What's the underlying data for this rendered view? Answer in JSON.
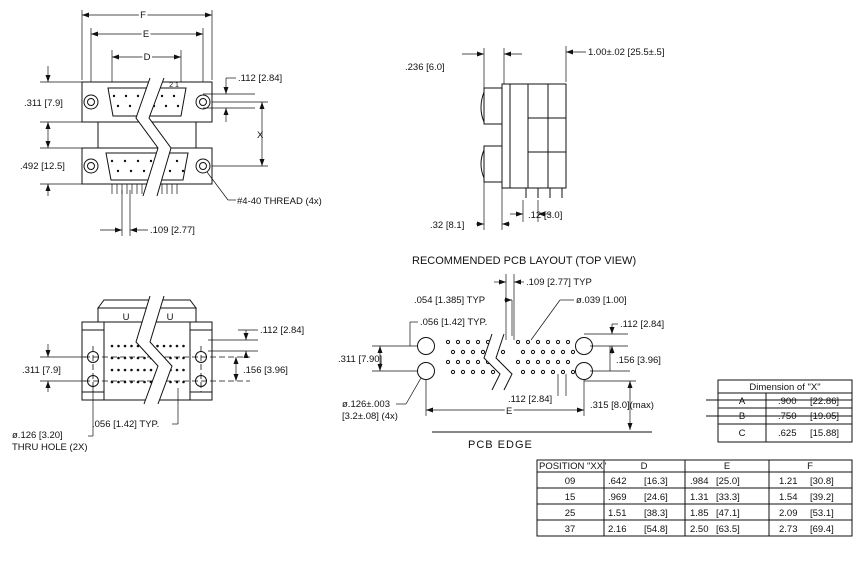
{
  "front_view": {
    "dim_F": "F",
    "dim_E": "E",
    "dim_D": "D",
    "dim_X": "X",
    "pin_label": "2 1",
    "dim_112": ".112 [2.84]",
    "dim_311": ".311 [7.9]",
    "dim_492": ".492 [12.5]",
    "thread": "#4-40 THREAD (4x)",
    "dim_109": ".109 [2.77]"
  },
  "side_view": {
    "dim_236": ".236 [6.0]",
    "dim_100": "1.00±.02 [25.5±.5]",
    "dim_32": ".32 [8.1]",
    "dim_12": ".12 [3.0]"
  },
  "bottom_view": {
    "u_marks": [
      "U",
      "U",
      "U"
    ],
    "dim_112": ".112 [2.84]",
    "dim_311": ".311 [7.9]",
    "dim_156": ".156 [3.96]",
    "dim_126": "ø.126 [3.20]",
    "thru_hole": "THRU HOLE (2X)",
    "dim_056": ".056 [1.42] TYP."
  },
  "pcb_layout": {
    "title": "RECOMMENDED PCB LAYOUT (TOP VIEW)",
    "dim_109": ".109 [2.77] TYP",
    "dim_054": ".054 [1.385] TYP",
    "dim_039": "ø.039 [1.00]",
    "dim_056": ".056 [1.42] TYP.",
    "dim_112_right": ".112 [2.84]",
    "dim_311": ".311 [7.90]",
    "dim_156": ".156 [3.96]",
    "dim_126_a": "ø.126±.003",
    "dim_126_b": "[3.2±.08] (4x)",
    "dim_112_bottom": ".112 [2.84]",
    "dim_E": "E",
    "dim_315": ".315 [8.0](max)",
    "pcb_edge": "PCB EDGE"
  },
  "x_table": {
    "header": "Dimension of \"X\"",
    "rows": [
      {
        "label": "A",
        "inch": ".900",
        "mm": "[22.86]"
      },
      {
        "label": "B",
        "inch": ".750",
        "mm": "[19.05]"
      },
      {
        "label": "C",
        "inch": ".625",
        "mm": "[15.88]"
      }
    ]
  },
  "position_table": {
    "headers": [
      "POSITION \"XX\"",
      "D",
      "E",
      "F"
    ],
    "rows": [
      {
        "pos": "09",
        "d_in": ".642",
        "d_mm": "[16.3]",
        "e_in": ".984",
        "e_mm": "[25.0]",
        "f_in": "1.21",
        "f_mm": "[30.8]"
      },
      {
        "pos": "15",
        "d_in": ".969",
        "d_mm": "[24.6]",
        "e_in": "1.31",
        "e_mm": "[33.3]",
        "f_in": "1.54",
        "f_mm": "[39.2]"
      },
      {
        "pos": "25",
        "d_in": "1.51",
        "d_mm": "[38.3]",
        "e_in": "1.85",
        "e_mm": "[47.1]",
        "f_in": "2.09",
        "f_mm": "[53.1]"
      },
      {
        "pos": "37",
        "d_in": "2.16",
        "d_mm": "[54.8]",
        "e_in": "2.50",
        "e_mm": "[63.5]",
        "f_in": "2.73",
        "f_mm": "[69.4]"
      }
    ]
  }
}
